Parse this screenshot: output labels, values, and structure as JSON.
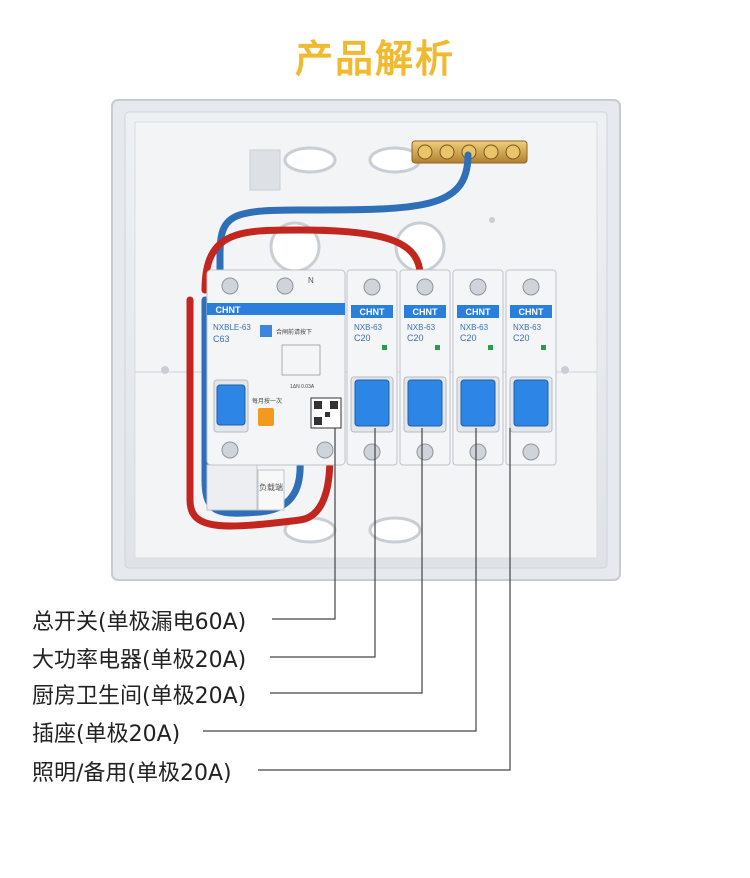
{
  "title": "产品解析",
  "brand": "CHNT",
  "colors": {
    "title": "#f0b92e",
    "brand_blue": "#2a7fdc",
    "toggle_blue": "#2d86e6",
    "test_button": "#f39a1e",
    "wire_red": "#c2261f",
    "wire_blue": "#2e6fb8",
    "busbar_brass": "#d2a24a"
  },
  "main_breaker": {
    "model": "NXBLE-63",
    "rating": "C63",
    "label": "合闸前请按下",
    "test_label": "每月按一次",
    "trip_spec": "1ΔN 0.03A",
    "bottom_tag": "负载端",
    "terminal_mark": "N"
  },
  "small_breakers": [
    {
      "model": "NXB-63",
      "rating": "C20"
    },
    {
      "model": "NXB-63",
      "rating": "C20"
    },
    {
      "model": "NXB-63",
      "rating": "C20"
    },
    {
      "model": "NXB-63",
      "rating": "C20"
    }
  ],
  "callouts": [
    {
      "text": "总开关(单极漏电60A)"
    },
    {
      "text": "大功率电器(单极20A)"
    },
    {
      "text": "厨房卫生间(单极20A)"
    },
    {
      "text": "插座(单极20A)"
    },
    {
      "text": "照明/备用(单极20A)"
    }
  ]
}
